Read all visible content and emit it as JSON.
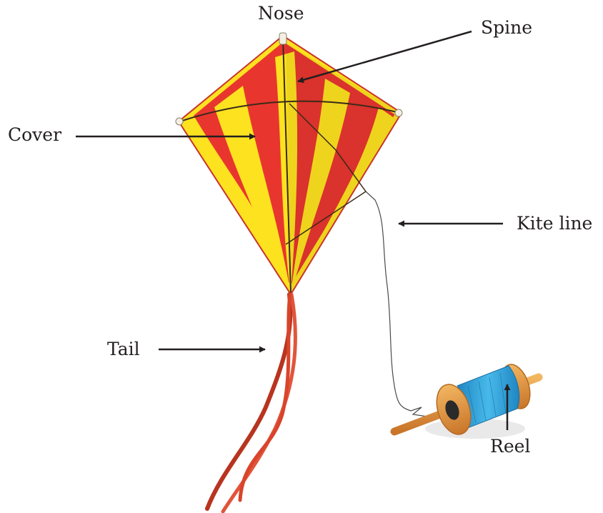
{
  "labels": {
    "nose": "Nose",
    "spine": "Spine",
    "cover": "Cover",
    "kite_line": "Kite line",
    "tail": "Tail",
    "reel": "Reel"
  },
  "colors": {
    "kite_red": "#e8362f",
    "kite_yellow": "#fde21f",
    "reel_blue": "#2aa3de",
    "reel_wood": "#e39a3c",
    "tail_red": "#d9442b",
    "text": "#231f20"
  }
}
